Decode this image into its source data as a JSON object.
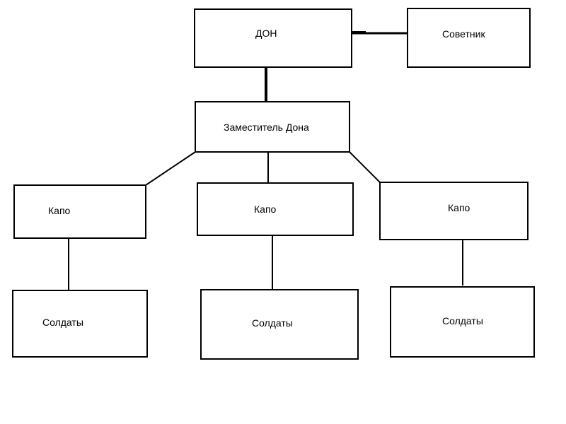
{
  "colors": {
    "line": "#000000",
    "background": "#ffffff"
  },
  "nodes": {
    "don": "ДОН",
    "advisor": "Советник",
    "deputy": "Заместитель Дона",
    "capo_left": "Капо",
    "capo_center": "Капо",
    "capo_right": "Капо",
    "soldiers_left": "Солдаты",
    "soldiers_center": "Солдаты",
    "soldiers_right": "Солдаты"
  },
  "connections": [
    {
      "from": "don",
      "to": "advisor"
    },
    {
      "from": "don",
      "to": "deputy"
    },
    {
      "from": "deputy",
      "to": "capo_left"
    },
    {
      "from": "deputy",
      "to": "capo_center"
    },
    {
      "from": "deputy",
      "to": "capo_right"
    },
    {
      "from": "capo_left",
      "to": "soldiers_left"
    },
    {
      "from": "capo_center",
      "to": "soldiers_center"
    },
    {
      "from": "capo_right",
      "to": "soldiers_right"
    }
  ]
}
